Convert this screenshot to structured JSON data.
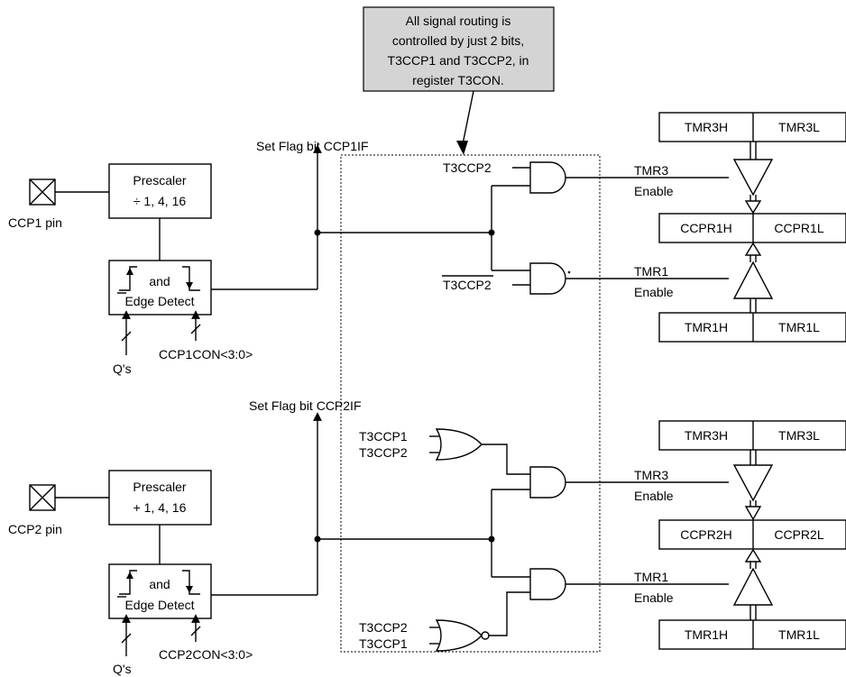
{
  "callout": {
    "lines": [
      "All signal routing is",
      "controlled by just 2 bits,",
      "T3CCP1 and T3CCP2, in",
      "register T3CON."
    ]
  },
  "ccp1": {
    "pin_label": "CCP1 pin",
    "prescaler_line1": "Prescaler",
    "prescaler_line2": "÷ 1, 4, 16",
    "edge_and": "and",
    "edge_detect": "Edge Detect",
    "qs": "Q's",
    "con": "CCP1CON<3:0>",
    "flag": "Set Flag bit CCP1IF",
    "gate_a_input": "T3CCP2",
    "gate_b_input": "T3CCP2",
    "tmr3_enable_1": "TMR3",
    "tmr3_enable_2": "Enable",
    "tmr1_enable_1": "TMR1",
    "tmr1_enable_2": "Enable",
    "reg_tmr3h": "TMR3H",
    "reg_tmr3l": "TMR3L",
    "reg_ccprh": "CCPR1H",
    "reg_ccprl": "CCPR1L",
    "reg_tmr1h": "TMR1H",
    "reg_tmr1l": "TMR1L"
  },
  "ccp2": {
    "pin_label": "CCP2 pin",
    "prescaler_line1": "Prescaler",
    "prescaler_line2": "+ 1, 4, 16",
    "edge_and": "and",
    "edge_detect": "Edge Detect",
    "qs": "Q's",
    "con": "CCP2CON<3:0>",
    "flag": "Set Flag bit CCP2IF",
    "or_in1": "T3CCP1",
    "or_in2": "T3CCP2",
    "nor_in1": "T3CCP2",
    "nor_in2": "T3CCP1",
    "tmr3_enable_1": "TMR3",
    "tmr3_enable_2": "Enable",
    "tmr1_enable_1": "TMR1",
    "tmr1_enable_2": "Enable",
    "reg_tmr3h": "TMR3H",
    "reg_tmr3l": "TMR3L",
    "reg_ccprh": "CCPR2H",
    "reg_ccprl": "CCPR2L",
    "reg_tmr1h": "TMR1H",
    "reg_tmr1l": "TMR1L"
  }
}
